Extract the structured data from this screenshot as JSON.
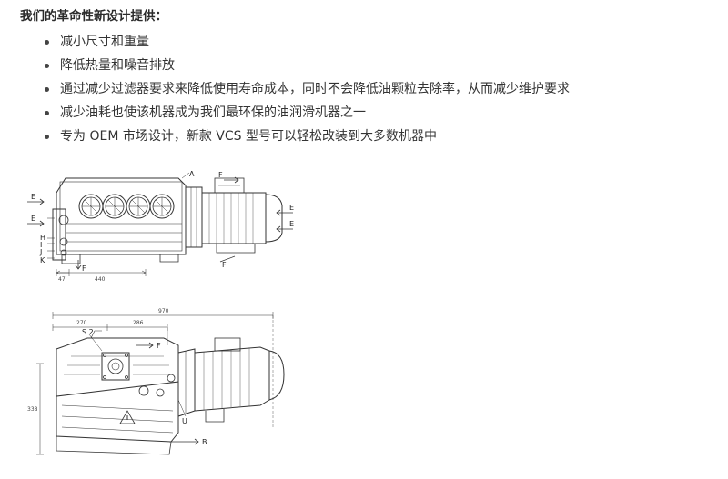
{
  "heading": "我们的革命性新设计提供：",
  "features": [
    "减小尺寸和重量",
    "降低热量和噪音排放",
    "通过减少过滤器要求来降低使用寿命成本，同时不会降低油颗粒去除率，从而减少维护要求",
    "减少油耗也使该机器成为我们最环保的油润滑机器之一",
    "专为 OEM 市场设计，新款 VCS 型号可以轻松改装到大多数机器中"
  ],
  "drawing_top": {
    "labels": {
      "e_left": "E",
      "e_right": "E",
      "f_top": "F",
      "f_bottom_right": "F",
      "f_bottom": "F",
      "a": "A",
      "h": "H",
      "i": "I",
      "j": "J",
      "k": "K"
    },
    "dims": {
      "small": "47",
      "length": "440"
    }
  },
  "drawing_bottom": {
    "labels": {
      "f": "F",
      "b": "B",
      "u": "U",
      "s": "S.2"
    },
    "dims": {
      "overall": "970",
      "left": "270",
      "mid": "286",
      "height": "338"
    }
  }
}
